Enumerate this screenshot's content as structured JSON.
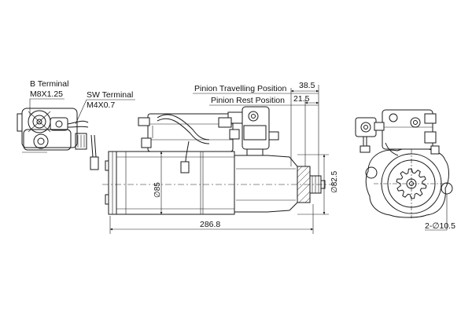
{
  "labels": {
    "b_terminal": "B Terminal",
    "b_terminal_thread": "M8X1.25",
    "sw_terminal": "SW Terminal",
    "sw_terminal_thread": "M4X0.7",
    "pinion_travelling": "Pinion Travelling Position",
    "pinion_rest": "Pinion Rest Position"
  },
  "dimensions": {
    "travel": "38.5",
    "rest": "21.5",
    "body_diameter": "∅85",
    "flange_diameter": "∅82.5",
    "overall_length": "286.8",
    "mount_holes": "2-∅10.5"
  },
  "colors": {
    "line": "#1a1a1a",
    "background": "#ffffff"
  }
}
